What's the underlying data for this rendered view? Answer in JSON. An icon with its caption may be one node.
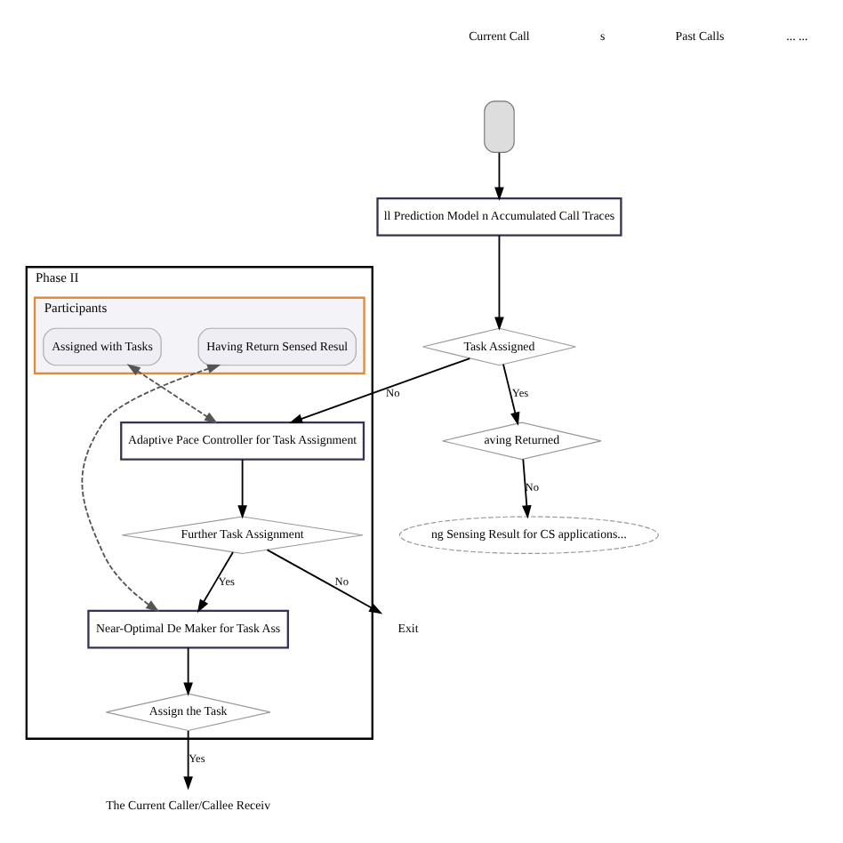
{
  "diagram": {
    "nodes": [
      {
        "text": [],
        "shape": "box"
      },
      {
        "text": [
          "ll Prediction Model n Accumulated Call Traces"
        ]
      },
      {
        "text": [
          "Task Assigned"
        ]
      },
      {
        "text": [
          "aving Returned"
        ]
      },
      {
        "text": [
          "ng Sensing Result for CS applications..."
        ]
      },
      {
        "text": [
          "Phase II"
        ]
      },
      {
        "text": [
          "Participants"
        ],
        "in": 5
      },
      {
        "text": [
          "Assigned with Tasks"
        ],
        "in": 6
      },
      {
        "text": [
          "Having Return Sensed Resul"
        ],
        "in": 6
      },
      {
        "text": [
          "Adaptive Pace Controller for Task Assignment"
        ],
        "in": 5
      },
      {
        "text": [
          "Near-Optimal De Maker for Task Ass"
        ],
        "in": 5
      },
      {
        "text": [
          "Further Task Assignment"
        ],
        "in": 5
      },
      {
        "text": [
          "Assign the Task"
        ],
        "in": 5
      },
      {
        "text": [
          "Exit"
        ]
      },
      {
        "text": [
          "The Current Caller/Callee Receiv"
        ]
      }
    ],
    "edges": [
      {
        "from": 0,
        "to": 1,
        "arrow": "to"
      },
      {
        "from": 1,
        "to": 2,
        "arrow": "to"
      },
      {
        "from": 2,
        "to": 3,
        "arrow": "to",
        "label": "Yes"
      },
      {
        "from": 3,
        "to": 4,
        "arrow": "to",
        "label": "No"
      },
      {
        "from": 2,
        "to": 9,
        "arrow": "to",
        "label": "No"
      },
      {
        "from": 7,
        "to": 9,
        "arrow": "both",
        "style": "dashed",
        "color": "#555555"
      },
      {
        "from": 8,
        "to": 10,
        "arrow": "both",
        "style": "dashed",
        "color": "#555555"
      },
      {
        "from": 9,
        "to": 11,
        "arrow": "to"
      },
      {
        "from": 11,
        "to": 10,
        "arrow": "to",
        "label": "Yes"
      },
      {
        "from": 11,
        "to": 13,
        "arrow": "to",
        "label": "No"
      },
      {
        "from": 10,
        "to": 12,
        "arrow": "to"
      },
      {
        "from": 12,
        "to": 14,
        "arrow": "to",
        "label": "Yes"
      }
    ],
    "labels": [
      "Current Call",
      "s",
      "Past Calls",
      "... ..."
    ]
  }
}
